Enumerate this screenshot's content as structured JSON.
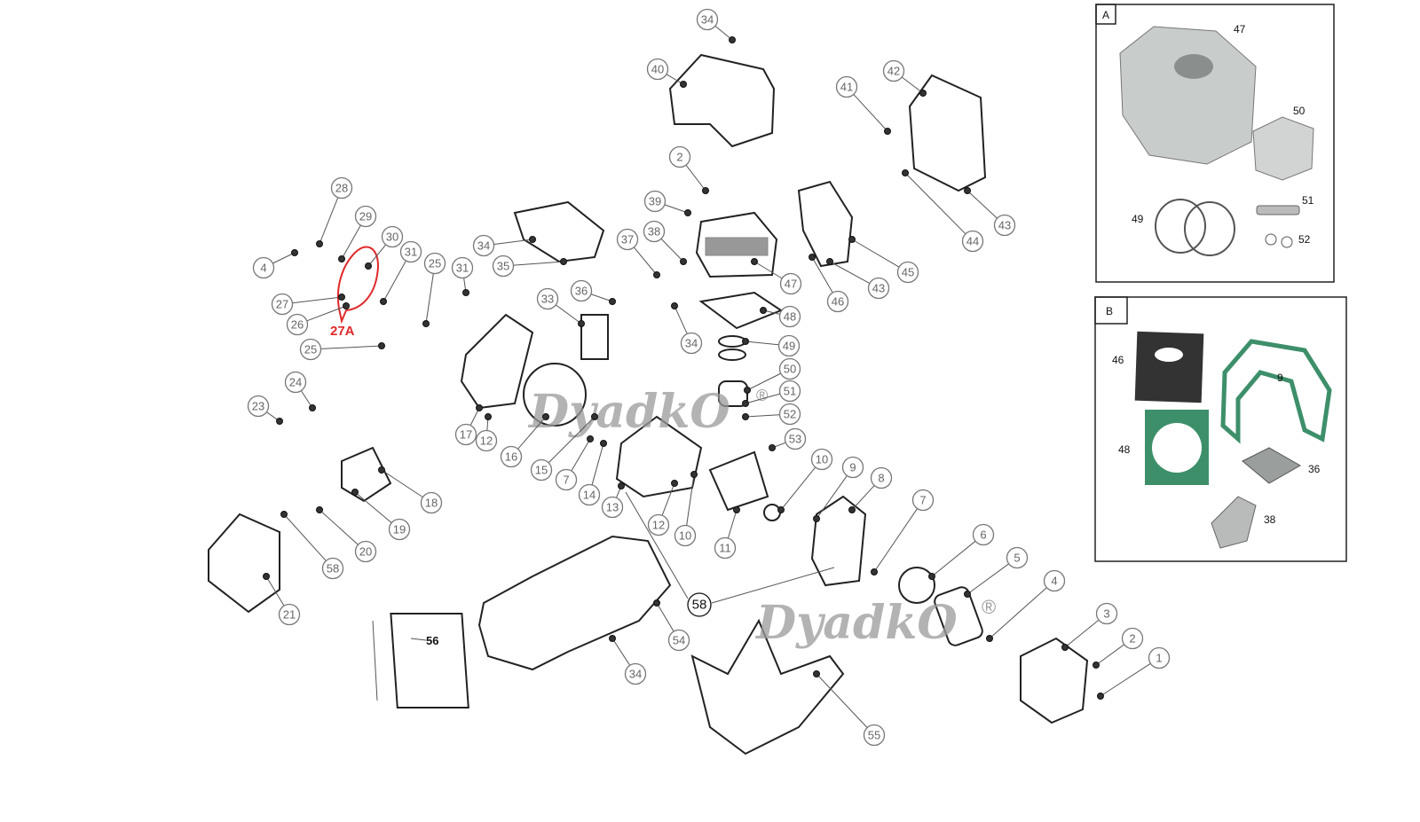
{
  "callouts": [
    "34",
    "40",
    "42",
    "41",
    "2",
    "39",
    "38",
    "37",
    "28",
    "29",
    "30",
    "31",
    "25",
    "31",
    "4",
    "27",
    "26",
    "25",
    "34",
    "35",
    "33",
    "36",
    "34",
    "47",
    "48",
    "49",
    "50",
    "51",
    "52",
    "53",
    "45",
    "43",
    "46",
    "44",
    "43",
    "24",
    "23",
    "17",
    "12",
    "16",
    "15",
    "7",
    "14",
    "13",
    "12",
    "10",
    "11",
    "10",
    "9",
    "8",
    "7",
    "6",
    "5",
    "4",
    "3",
    "2",
    "1",
    "18",
    "19",
    "20",
    "58",
    "21",
    "54",
    "34",
    "55"
  ],
  "main_callout": "58",
  "highlight_label": "27A",
  "highlight_color": "#e0282a",
  "part_56_label": "56",
  "watermark": {
    "text": "DyadkO",
    "mark": "®"
  },
  "inset_a": {
    "title": "A",
    "labels": [
      "47",
      "50",
      "49",
      "51",
      "52"
    ]
  },
  "inset_b": {
    "title": "B",
    "labels": [
      "46",
      "9",
      "48",
      "36",
      "38"
    ]
  },
  "colors": {
    "gasket": "#3d8f6a",
    "metal": "#c8ccca"
  }
}
